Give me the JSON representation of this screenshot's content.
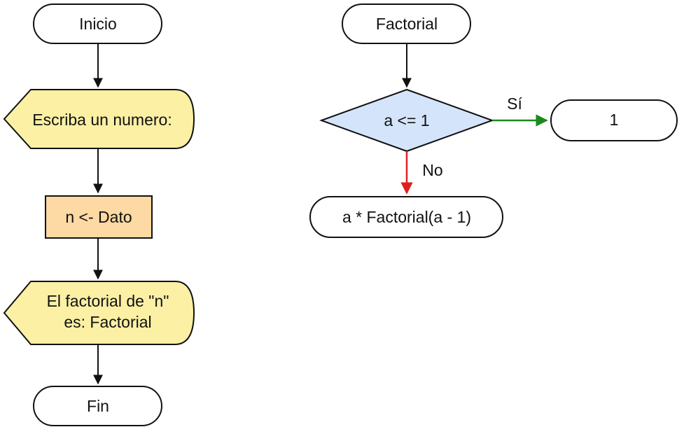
{
  "main_flow": {
    "start_label": "Inicio",
    "input_label": "Escriba un numero:",
    "process_label": "n <- Dato",
    "output_label_line1": "El factorial de \"n\"",
    "output_label_line2": "es: Factorial",
    "end_label": "Fin"
  },
  "factorial_flow": {
    "start_label": "Factorial",
    "decision_label": "a <= 1",
    "yes_label": "Sí",
    "yes_result": "1",
    "no_label": "No",
    "no_result": "a * Factorial(a - 1)"
  },
  "colors": {
    "terminator_fill": "#ffffff",
    "io_fill": "#fbf0a4",
    "process_fill": "#fdd9a3",
    "decision_fill": "#d4e5fb",
    "stroke": "#111111",
    "yes_arrow": "#1a8a1a",
    "no_arrow": "#e02020"
  }
}
